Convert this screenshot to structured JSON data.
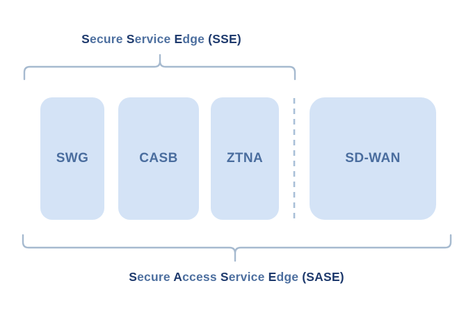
{
  "diagram_title": "SASE architecture diagram",
  "colors": {
    "background": "#ffffff",
    "box_fill": "#d4e3f6",
    "box_label": "#4a6d9e",
    "bracket": "#a6bacf",
    "dashed_divider": "#a9c0d8",
    "title_dark": "#1e3a6d",
    "title_mid": "#4d6f9f"
  },
  "sse": {
    "full_label": "Secure Service Edge (SSE)",
    "segments": [
      {
        "text": "S",
        "emph": true
      },
      {
        "text": "ecure ",
        "emph": false
      },
      {
        "text": "S",
        "emph": true
      },
      {
        "text": "ervice ",
        "emph": false
      },
      {
        "text": "E",
        "emph": true
      },
      {
        "text": "dge ",
        "emph": false
      },
      {
        "text": "(SSE)",
        "emph": true
      }
    ]
  },
  "sase": {
    "full_label": "Secure Access Service Edge (SASE)",
    "segments": [
      {
        "text": "S",
        "emph": true
      },
      {
        "text": "ecure ",
        "emph": false
      },
      {
        "text": "A",
        "emph": true
      },
      {
        "text": "ccess ",
        "emph": false
      },
      {
        "text": "S",
        "emph": true
      },
      {
        "text": "ervice ",
        "emph": false
      },
      {
        "text": "E",
        "emph": true
      },
      {
        "text": "dge ",
        "emph": false
      },
      {
        "text": "(SASE)",
        "emph": true
      }
    ]
  },
  "boxes": [
    {
      "id": "swg",
      "label": "SWG"
    },
    {
      "id": "casb",
      "label": "CASB"
    },
    {
      "id": "ztna",
      "label": "ZTNA"
    },
    {
      "id": "sdwan",
      "label": "SD-WAN"
    }
  ]
}
